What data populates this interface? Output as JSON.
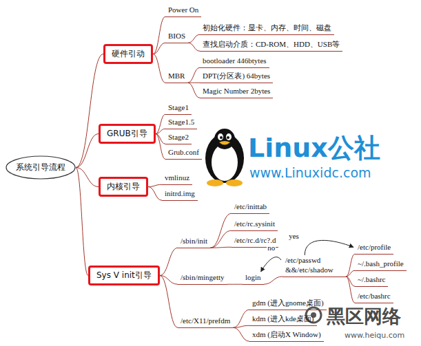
{
  "diagram": {
    "nodes": [
      {
        "text": [
          "系统引导流程"
        ]
      },
      {
        "text": [
          "硬件引动"
        ]
      },
      {
        "text": [
          "Power On"
        ]
      },
      {
        "text": [
          "BIOS"
        ]
      },
      {
        "text": [
          "初始化硬件：显卡、内存、时间、磁盘"
        ]
      },
      {
        "text": [
          "查找启动介质：CD-ROM、HDD、USB等"
        ]
      },
      {
        "text": [
          "MBR"
        ]
      },
      {
        "text": [
          "bootloader 446btytes"
        ]
      },
      {
        "text": [
          "DPT(分区表) 64bytes"
        ]
      },
      {
        "text": [
          "Magic Number 2bytes"
        ]
      },
      {
        "text": [
          "GRUB引导"
        ]
      },
      {
        "text": [
          "Stage1"
        ]
      },
      {
        "text": [
          "Stage1.5"
        ]
      },
      {
        "text": [
          "Stage2"
        ]
      },
      {
        "text": [
          "Grub.conf"
        ]
      },
      {
        "text": [
          "内核引导"
        ]
      },
      {
        "text": [
          "vmlinuz"
        ]
      },
      {
        "text": [
          "initrd.img"
        ]
      },
      {
        "text": [
          "Sys V init引导"
        ]
      },
      {
        "text": [
          "/sbin/init"
        ]
      },
      {
        "text": [
          "/etc/inittab"
        ]
      },
      {
        "text": [
          "/etc/rc.sysinit"
        ]
      },
      {
        "text": [
          "/etc/rc.d/rc?.d"
        ]
      },
      {
        "text": [
          "/sbin/mingetty"
        ]
      },
      {
        "text": [
          "login"
        ]
      },
      {
        "text": [
          "/etc/passwd &&/etc/shadow"
        ]
      },
      {
        "text": [
          "/etc/profile"
        ]
      },
      {
        "text": [
          "~/.bash_profile"
        ]
      },
      {
        "text": [
          "~/.bashrc"
        ]
      },
      {
        "text": [
          "/etc/bashrc"
        ]
      },
      {
        "text": [
          "/etc/X11/prefdm"
        ]
      },
      {
        "text": [
          "gdm (进入gnome桌面)"
        ]
      },
      {
        "text": [
          "kdm (进入kde桌面)"
        ]
      },
      {
        "text": [
          "xdm (启动X Window)"
        ]
      }
    ],
    "edges": [
      {
        "from": 0,
        "to": 1,
        "arrow": "none"
      },
      {
        "from": 0,
        "to": 10,
        "arrow": "none"
      },
      {
        "from": 0,
        "to": 15,
        "arrow": "none"
      },
      {
        "from": 0,
        "to": 18,
        "arrow": "none"
      },
      {
        "from": 1,
        "to": 2,
        "arrow": "none"
      },
      {
        "from": 1,
        "to": 3,
        "arrow": "none"
      },
      {
        "from": 1,
        "to": 6,
        "arrow": "none"
      },
      {
        "from": 3,
        "to": 4,
        "arrow": "none"
      },
      {
        "from": 3,
        "to": 5,
        "arrow": "none"
      },
      {
        "from": 6,
        "to": 7,
        "arrow": "none"
      },
      {
        "from": 6,
        "to": 8,
        "arrow": "none"
      },
      {
        "from": 6,
        "to": 9,
        "arrow": "none"
      },
      {
        "from": 10,
        "to": 11,
        "arrow": "none"
      },
      {
        "from": 10,
        "to": 12,
        "arrow": "none"
      },
      {
        "from": 10,
        "to": 13,
        "arrow": "none"
      },
      {
        "from": 10,
        "to": 14,
        "arrow": "none"
      },
      {
        "from": 15,
        "to": 16,
        "arrow": "none"
      },
      {
        "from": 15,
        "to": 17,
        "arrow": "none"
      },
      {
        "from": 18,
        "to": 19,
        "arrow": "none"
      },
      {
        "from": 18,
        "to": 23,
        "arrow": "none"
      },
      {
        "from": 18,
        "to": 30,
        "arrow": "none"
      },
      {
        "from": 19,
        "to": 20,
        "arrow": "none"
      },
      {
        "from": 19,
        "to": 21,
        "arrow": "none"
      },
      {
        "from": 19,
        "to": 22,
        "arrow": "none"
      },
      {
        "from": 23,
        "to": 24,
        "arrow": "none"
      },
      {
        "from": 24,
        "to": 25,
        "arrow": "none"
      },
      {
        "from": 25,
        "to": 26,
        "arrow": "none"
      },
      {
        "from": 25,
        "to": 27,
        "arrow": "none"
      },
      {
        "from": 25,
        "to": 28,
        "arrow": "none"
      },
      {
        "from": 25,
        "to": 29,
        "arrow": "none"
      },
      {
        "from": 25,
        "to": 26,
        "label": "yes",
        "arrow": "to"
      },
      {
        "from": 25,
        "to": 24,
        "label": "no",
        "arrow": "to"
      },
      {
        "from": 30,
        "to": 31,
        "arrow": "none"
      },
      {
        "from": 30,
        "to": 32,
        "arrow": "none"
      },
      {
        "from": 30,
        "to": 33,
        "arrow": "none"
      }
    ],
    "labels": [
      "Linux公社",
      "www.Linuxidc.com",
      "黑区网络",
      "www.heiqu.com"
    ]
  }
}
